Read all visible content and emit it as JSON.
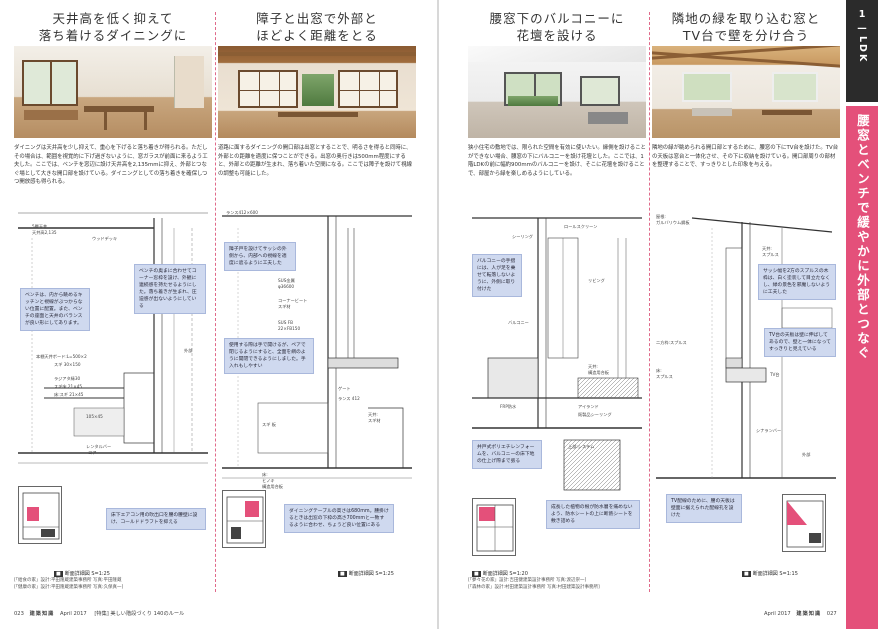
{
  "chapter": {
    "number": "1",
    "dash": "—",
    "label": "LDK",
    "theme": "腰窓とベンチで緩やかに外部とつなぐ"
  },
  "sections": [
    {
      "title_line1": "天井高を低く抑えて",
      "title_line2": "落ち着けるダイニングに",
      "body": "ダイニングは天井高を少し抑えて、重心を下げると落ち着きが得られる。ただしその場合は、範囲を視覚的に下げ過ぎないように、窓ガラスが前面に来るよう工夫した。ここでは、ベンチを窓辺に設け天井高を2,135mmに抑え、外部とつなぐ場として大きな開口部を設けている。ダイニングとしての落ち着きを確保しつつ開放感も得られる。",
      "notes": [
        "ベンチは、内から眺めるキッチンと視線がぶつからない位置に配置。また、ベンチの座面と天井のバランスが良い形にしてあります。",
        "ベンチの奥まに合わせてコーナー窓枠を設け、外観に連続感を持たせるようにした。落ち着きが生まれ、圧迫感が出ないようにしている",
        "床下エアコン用の吹出口を腰の腰壁に設け、コールドドラフトを抑える"
      ],
      "labels": [
        "5層天井",
        "天井高2,135",
        "ウッドデッキ",
        "外部",
        "本棚天井ボード:L=500×2",
        "スギ 30×150",
        "ラジアタ縁30",
        "スギ床 21×45",
        "床:スギ 21×45",
        "105×45",
        "レンタルバー",
        "コア"
      ],
      "scale": "断面詳細図 S=1:25"
    },
    {
      "title_line1": "障子と出窓で外部と",
      "title_line2": "ほどよく距離をとる",
      "body": "道路に面するダイニングの開口部は出窓とすることで、明るさを得ると同時に、外部との距離を適度に保つことができる。出窓の奥行きは500mm程度にすると、外部との距離が生まれ、落ち着いた空間になる。ここでは障子を設けて視線の調整も可能にした。",
      "notes": [
        "障子戸を設けてサッシの外側から、内部への視線を適度に遮るように工夫した",
        "使用する際は手で開けるが、ペアで閉じるようにすると、全面を網のように開閉できるようにしました。手入れもしやすい",
        "ダイニングテーブルの高さは680mm。腰掛けるときは出窓の下枠の高さ700mmと一致するように合わせ、ちょうど良い位置にある"
      ],
      "labels": [
        "ランス412×600",
        "SUS金属",
        "φ36600",
        "コーナービート",
        "スギ材",
        "SUS FB",
        "22×FB150",
        "ゲート",
        "ランス 412",
        "天井:",
        "スギ材",
        "スギ 板",
        "床:",
        "ヒノキ",
        "構造用合板"
      ],
      "scale": "断面詳細図 S=1:25"
    },
    {
      "title_line1": "腰窓下のバルコニーに",
      "title_line2": "花壇を設ける",
      "body": "狭小住宅の敷地では、限られた空間を有効に使いたい。縁側を設けることができない場合、腰窓の下にバルコニーを設け花壇とした。ここでは、1階LDKの前に幅約900mmのバルコニーを設け、そこに花壇を設けることで、部屋から緑を楽しめるようにしている。",
      "notes": [
        "バルコニーの手摺には、人が足を乗せて転落しないように、外側に取り付けた",
        "井戸式ポリエチレンフォームを、バルコニーの床下地の仕上げ際まで張る",
        "成長した植物の根が防水層を痛めないよう、防水シートの上に断熱シートを敷き詰める"
      ],
      "labels": [
        "ロールスクリーン",
        "シーリング",
        "リビング",
        "バルコニー",
        "FRP防水",
        "アイランド",
        "既製品シーリング",
        "上部:システム",
        "天井:",
        "構造用合板"
      ],
      "scale": "断面詳細図 S=1:20"
    },
    {
      "title_line1": "隣地の緑を取り込む窓と",
      "title_line2": "TV台で壁を分け合う",
      "body": "隣地の緑が眺められる開口部とするために、腰窓の下にTV台を設けた。TV台の天板は窓台と一体化させ、その下に収納を設けている。開口部周りの部材を整理することで、すっきりとした印象を与える。",
      "notes": [
        "サッシ幅を2方のスプルスの木枠は、白く塗装して目立たなくし、緑の景色を邪魔しないように工夫した",
        "TV台の天板は壁に伸ばしてあるので、壁と一体になってすっきりと見えている",
        "TV配線のために、腰の天板は壁面に据えられた配線孔を設けた"
      ],
      "labels": [
        "屋根:",
        "ガルバリウム鋼板",
        "天井:",
        "スプルス",
        "二方枠:スプルス",
        "TV台",
        "床:",
        "スプルス",
        "シナランバー",
        "外部"
      ],
      "scale": "断面詳細図 S=1:15"
    }
  ],
  "credits": {
    "left": [
      "[「給食の家」設計:平田隆蔵建築事務所 写真:平田隆蔵",
      "[「健康の家」設計:平田隆蔵建築事務所 写真:久保真一]"
    ],
    "right": [
      "[「夢々花の家」設計:吉田健建築設計事務所 写真:渡辺崇一]",
      "[「森林の家」設計:村田建築設計事務所 写真:村田建築設計事務所]"
    ]
  },
  "footer": {
    "left_page": "023",
    "brand": "建築知識",
    "issue": "April 2017",
    "feature": "[特集] 美しい階段づくり 140のルール",
    "right_page": "027"
  }
}
